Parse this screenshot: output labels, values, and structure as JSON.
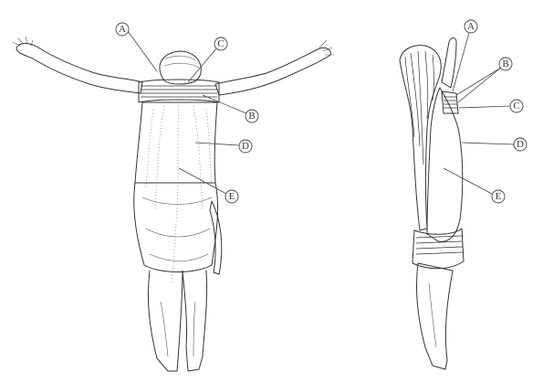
{
  "labels": {
    "back": {
      "a": "A",
      "c": "C",
      "b": "B",
      "d": "D",
      "e": "E"
    },
    "side": {
      "a": "A",
      "b": "B",
      "c": "C",
      "d": "D",
      "e": "E"
    }
  }
}
